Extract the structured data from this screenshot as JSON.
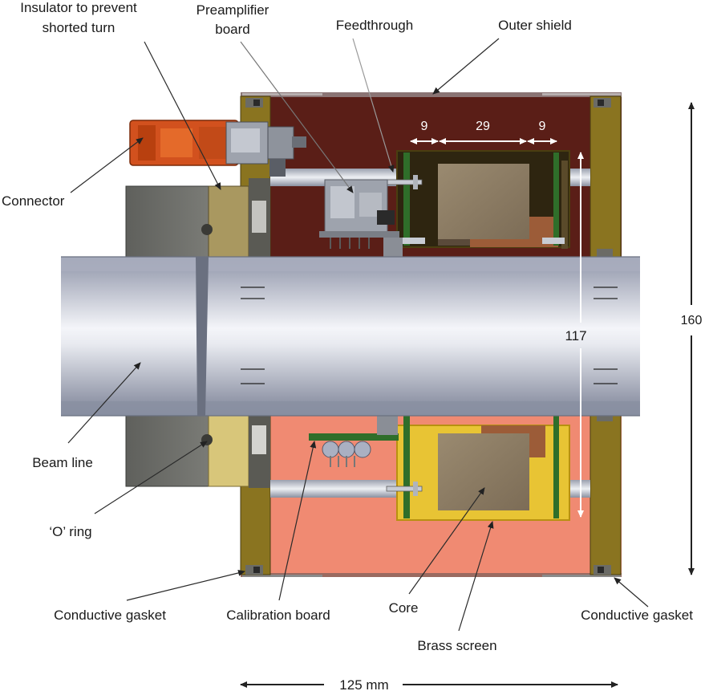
{
  "labels": {
    "insulator_line1": "Insulator to prevent",
    "insulator_line2": "shorted turn",
    "preamp_line1": "Preamplifier",
    "preamp_line2": "board",
    "feedthrough": "Feedthrough",
    "outer_shield": "Outer shield",
    "connector": "Connector",
    "beam_line": "Beam line",
    "o_ring": "‘O’ ring",
    "conductive_gasket_left": "Conductive gasket",
    "calibration_board": "Calibration board",
    "core": "Core",
    "brass_screen": "Brass screen",
    "conductive_gasket_right": "Conductive gasket"
  },
  "dimensions": {
    "d9_left": "9",
    "d29": "29",
    "d9_right": "9",
    "d117": "117",
    "d160": "160",
    "d125": "125  mm"
  },
  "colors": {
    "shield_upper": "#5a1e17",
    "shield_lower": "#f08a72",
    "end_plate": "#8a7420",
    "beam_pipe": "#9aa0b4",
    "connector": "#d2511e",
    "core": "#8a7a62",
    "brass_screen": "#e8c434",
    "pcb": "#2f6e2a",
    "flange": "#6b6b66",
    "oring": "#a99860"
  }
}
